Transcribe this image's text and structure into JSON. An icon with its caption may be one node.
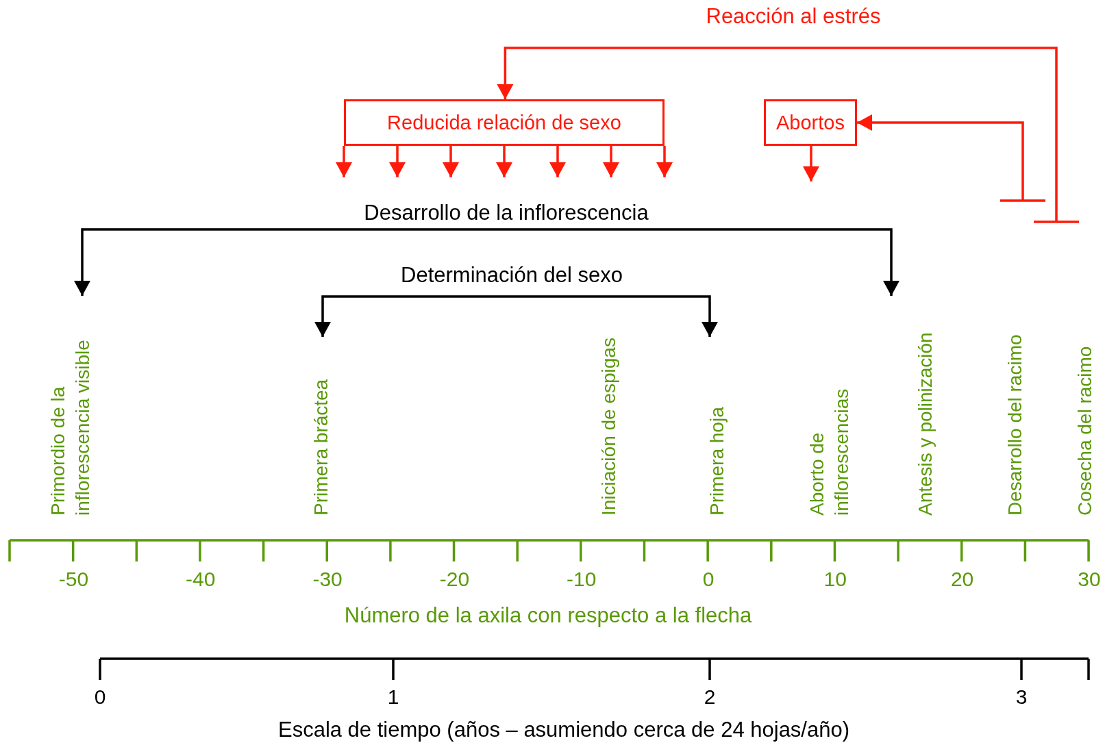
{
  "diagram": {
    "nodes": [
      {
        "text": [
          "Reducida relación de sexo"
        ]
      },
      {
        "text": [
          "Abortos"
        ]
      }
    ],
    "edges": [
      {
        "from": null,
        "to": 0,
        "arrow": "to",
        "label": "Reacción al estrés"
      },
      {
        "from": 0,
        "to": null,
        "arrow": "to"
      },
      {
        "from": 0,
        "to": null,
        "arrow": "to"
      },
      {
        "from": 0,
        "to": null,
        "arrow": "to"
      },
      {
        "from": 0,
        "to": null,
        "arrow": "to"
      },
      {
        "from": 0,
        "to": null,
        "arrow": "to"
      },
      {
        "from": 0,
        "to": null,
        "arrow": "to"
      },
      {
        "from": 0,
        "to": null,
        "arrow": "to"
      },
      {
        "from": 1,
        "to": null,
        "arrow": "to"
      },
      {
        "from": null,
        "to": 1,
        "arrow": "to"
      }
    ],
    "labels": [
      "Desarrollo de la inflorescencia",
      "Determinación del sexo",
      "Primordio de la inflorescencia visible",
      "Primera bráctea",
      "Iniciación de espigas",
      "Primera hoja",
      "Aborto de inflorescencias",
      "Antesis y polinización",
      "Desarrollo del racimo",
      "Cosecha del racimo",
      "-50",
      "-40",
      "-30",
      "-20",
      "-10",
      "0",
      "10",
      "20",
      "30",
      "Número de la axila con respecto a la flecha",
      "0",
      "1",
      "2",
      "3",
      "Escala de tiempo (años – asumiendo cerca de 24 hojas/año)"
    ]
  }
}
